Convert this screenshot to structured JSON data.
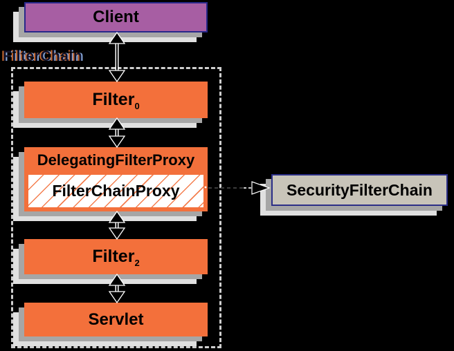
{
  "colors": {
    "background": "#000000",
    "box_orange": "#F3703B",
    "box_purple": "#A75EA3",
    "box_gray": "#C8C4B9",
    "border_navy": "#2B2E87",
    "shadow_near": "#A6A6A6",
    "shadow_far": "#E0E0E0",
    "hatch_orange": "#F3703B",
    "dashed_border_gray": "#CFCFCF",
    "arrow_fill": "#000000",
    "arrow_outline": "#FFFFFF",
    "group_label_text": "#101028"
  },
  "diagram": {
    "client": {
      "label": "Client"
    },
    "filter_chain_group": {
      "label": "FilterChain"
    },
    "filter0": {
      "label": "Filter",
      "subscript": "0"
    },
    "delegating_filter_proxy": {
      "label": "DelegatingFilterProxy"
    },
    "filter_chain_proxy": {
      "label": "FilterChainProxy"
    },
    "filter2": {
      "label": "Filter",
      "subscript": "2"
    },
    "servlet": {
      "label": "Servlet"
    },
    "security_filter_chain": {
      "label": "SecurityFilterChain"
    },
    "connections": [
      {
        "from": "Client",
        "to": "Filter0",
        "style": "double-headed-vertical"
      },
      {
        "from": "Filter0",
        "to": "DelegatingFilterProxy",
        "style": "double-headed-vertical"
      },
      {
        "from": "DelegatingFilterProxy",
        "to": "Filter2",
        "style": "double-headed-vertical"
      },
      {
        "from": "Filter2",
        "to": "Servlet",
        "style": "double-headed-vertical"
      },
      {
        "from": "FilterChainProxy",
        "to": "SecurityFilterChain",
        "style": "dashed-arrow-right"
      }
    ]
  }
}
